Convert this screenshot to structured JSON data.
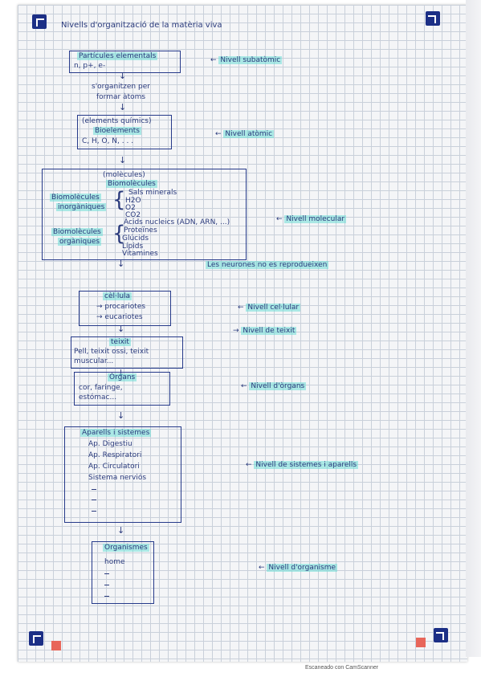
{
  "title": "Nivells d'organització de la matèria viva",
  "levels": {
    "subatomic": {
      "box": [
        "Partícules elementals",
        "n, p+, e-"
      ],
      "label": "Nivell subatòmic",
      "note": [
        "s'organitzen per",
        "formar àtoms"
      ]
    },
    "atomic": {
      "box": [
        "(elements químics)",
        "Bioelements",
        "C, H, O, N, . . ."
      ],
      "label": "Nivell atòmic"
    },
    "molecular": {
      "head": [
        "(molècules)",
        "Biomolècules"
      ],
      "inorganic": {
        "label": [
          "Biomolècules",
          "inorgàniques"
        ],
        "items": [
          "Sals minerals",
          "H2O",
          "O2",
          "CO2"
        ]
      },
      "organic": {
        "label": [
          "Biomolècules",
          "orgàniques"
        ],
        "items": [
          "Àcids nucleics (ADN, ARN, ...)",
          "Proteïnes",
          "Glúcids",
          "Lípids",
          "Vitamines"
        ]
      },
      "label": "Nivell molecular",
      "note": "Les neurones no es reprodueixen"
    },
    "cellular": {
      "box": [
        "cèl·lula",
        "procariotes",
        "eucariotes"
      ],
      "label": "Nivell cel·lular"
    },
    "tissue": {
      "box": [
        "teixit",
        "Pell, teixit ossi, teixit",
        "muscular..."
      ],
      "label": "Nivell de teixit"
    },
    "organ": {
      "box": [
        "Òrgans",
        "cor, faringe,",
        "estómac..."
      ],
      "label": "Nivell d'òrgans"
    },
    "systems": {
      "box": [
        "Aparells i sistemes",
        "Ap. Digestiu",
        "Ap. Respiratori",
        "Ap. Circulatori",
        "Sistema nerviós"
      ],
      "label": "Nivell de sistemes i aparells"
    },
    "organism": {
      "box": [
        "Organismes",
        "home"
      ],
      "label": "Nivell d'organisme"
    }
  },
  "footer": "Escaneado con CamScanner",
  "colors": {
    "ink": "#2a3a7c",
    "highlight": "#6edcd7",
    "corner": "#1c2f86",
    "accent": "#e8665a"
  }
}
